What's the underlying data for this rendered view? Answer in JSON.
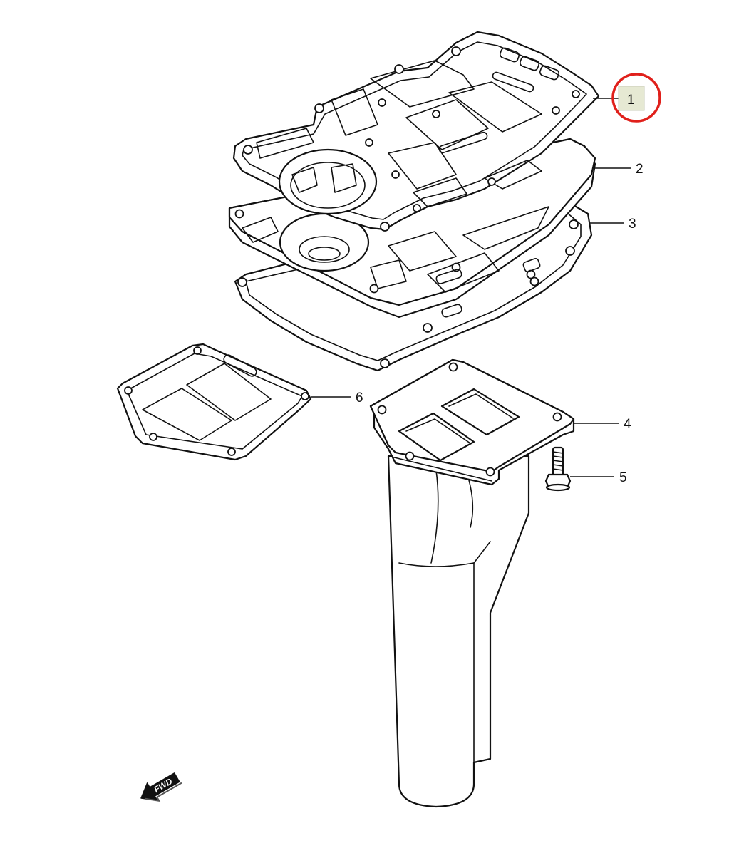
{
  "diagram": {
    "direction_label": "FWD",
    "highlight_color": "#e0201b",
    "highlight_box_color": "#e6e9d3",
    "callouts": [
      {
        "id": "1",
        "label": "1",
        "part": "gasket-upper",
        "highlighted": true
      },
      {
        "id": "2",
        "label": "2",
        "part": "engine-holder-plate"
      },
      {
        "id": "3",
        "label": "3",
        "part": "gasket-lower"
      },
      {
        "id": "4",
        "label": "4",
        "part": "exhaust-tube"
      },
      {
        "id": "5",
        "label": "5",
        "part": "bolt"
      },
      {
        "id": "6",
        "label": "6",
        "part": "exhaust-tube-gasket"
      }
    ]
  }
}
